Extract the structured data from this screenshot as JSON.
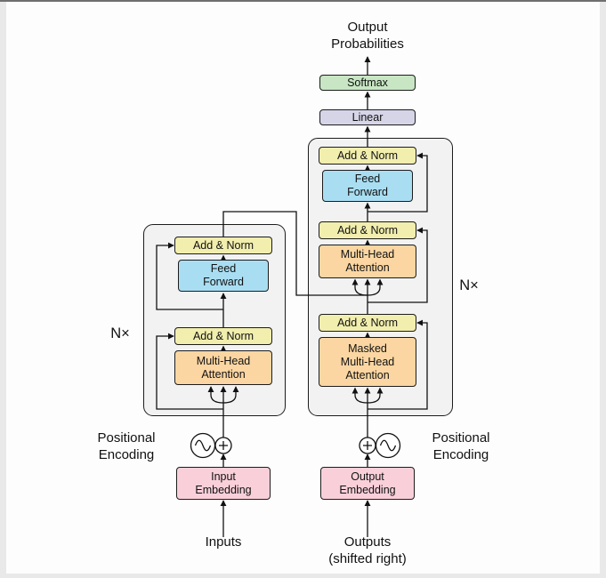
{
  "top": {
    "output_probabilities": "Output\nProbabilities",
    "softmax": "Softmax",
    "linear": "Linear"
  },
  "encoder": {
    "add_norm": "Add & Norm",
    "feed_forward": "Feed\nForward",
    "attention": "Multi-Head\nAttention",
    "n_times": "N×",
    "embedding": "Input\nEmbedding",
    "input": "Inputs",
    "positional": "Positional\nEncoding"
  },
  "decoder": {
    "add_norm": "Add & Norm",
    "feed_forward": "Feed\nForward",
    "attention": "Multi-Head\nAttention",
    "masked_attention": "Masked\nMulti-Head\nAttention",
    "n_times": "N×",
    "embedding": "Output\nEmbedding",
    "output": "Outputs\n(shifted right)",
    "positional": "Positional\nEncoding"
  },
  "icons": {
    "plus_in_circle": "add-symbol",
    "sine_in_circle": "positional-encoding-symbol"
  },
  "colors": {
    "add_norm": "#f1eeae",
    "feed_forward": "#a9def2",
    "attention": "#fbd6a2",
    "embedding": "#f9d0da",
    "softmax": "#c8e6c4",
    "linear": "#d6d5e8",
    "container": "#f2f2f2",
    "line": "#111111"
  }
}
